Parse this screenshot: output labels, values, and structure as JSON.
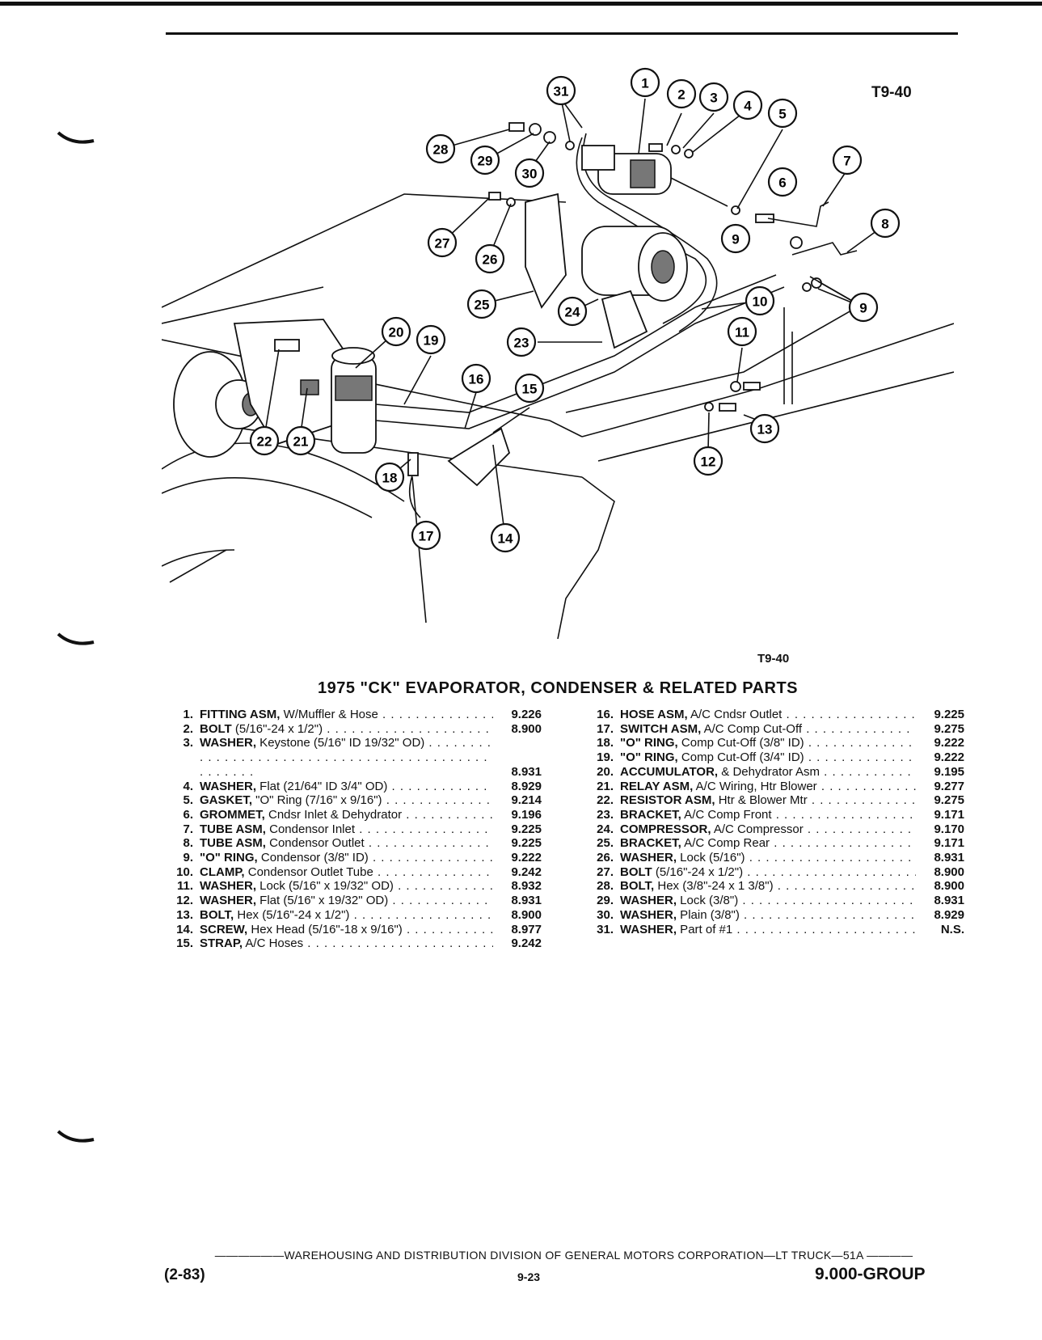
{
  "figure_id_top": "T9-40",
  "figure_id_bottom": "T9-40",
  "title": "1975 \"CK\" EVAPORATOR, CONDENSER & RELATED PARTS",
  "parts_left": [
    {
      "num": "1.",
      "name": "FITTING ASM,",
      "detail": "W/Muffler & Hose",
      "group": "9.226"
    },
    {
      "num": "2.",
      "name": "BOLT",
      "detail": "(5/16\"-24 x 1/2\")",
      "group": "8.900"
    },
    {
      "num": "3.",
      "name": "WASHER,",
      "detail": "Keystone (5/16\" ID 19/32\" OD)",
      "group": "8.931"
    },
    {
      "num": "4.",
      "name": "WASHER,",
      "detail": "Flat (21/64\" ID 3/4\" OD)",
      "group": "8.929"
    },
    {
      "num": "5.",
      "name": "GASKET,",
      "detail": "\"O\" Ring (7/16\" x 9/16\")",
      "group": "9.214"
    },
    {
      "num": "6.",
      "name": "GROMMET,",
      "detail": "Cndsr Inlet & Dehydrator",
      "group": "9.196"
    },
    {
      "num": "7.",
      "name": "TUBE ASM,",
      "detail": "Condensor Inlet",
      "group": "9.225"
    },
    {
      "num": "8.",
      "name": "TUBE ASM,",
      "detail": "Condensor Outlet",
      "group": "9.225"
    },
    {
      "num": "9.",
      "name": "\"O\" RING,",
      "detail": "Condensor (3/8\" ID)",
      "group": "9.222"
    },
    {
      "num": "10.",
      "name": "CLAMP,",
      "detail": "Condensor Outlet Tube",
      "group": "9.242"
    },
    {
      "num": "11.",
      "name": "WASHER,",
      "detail": "Lock (5/16\" x 19/32\" OD)",
      "group": "8.932"
    },
    {
      "num": "12.",
      "name": "WASHER,",
      "detail": "Flat (5/16\" x 19/32\" OD)",
      "group": "8.931"
    },
    {
      "num": "13.",
      "name": "BOLT,",
      "detail": "Hex (5/16\"-24 x 1/2\")",
      "group": "8.900"
    },
    {
      "num": "14.",
      "name": "SCREW,",
      "detail": "Hex Head (5/16\"-18 x 9/16\")",
      "group": "8.977"
    },
    {
      "num": "15.",
      "name": "STRAP,",
      "detail": "A/C Hoses",
      "group": "9.242"
    }
  ],
  "parts_right": [
    {
      "num": "16.",
      "name": "HOSE ASM,",
      "detail": "A/C Cndsr Outlet",
      "group": "9.225"
    },
    {
      "num": "17.",
      "name": "SWITCH ASM,",
      "detail": "A/C Comp Cut-Off",
      "group": "9.275"
    },
    {
      "num": "18.",
      "name": "\"O\" RING,",
      "detail": "Comp Cut-Off (3/8\" ID)",
      "group": "9.222"
    },
    {
      "num": "19.",
      "name": "\"O\" RING,",
      "detail": "Comp Cut-Off (3/4\" ID)",
      "group": "9.222"
    },
    {
      "num": "20.",
      "name": "ACCUMULATOR,",
      "detail": "& Dehydrator Asm",
      "group": "9.195"
    },
    {
      "num": "21.",
      "name": "RELAY ASM,",
      "detail": "A/C Wiring, Htr Blower",
      "group": "9.277"
    },
    {
      "num": "22.",
      "name": "RESISTOR ASM,",
      "detail": "Htr & Blower Mtr",
      "group": "9.275"
    },
    {
      "num": "23.",
      "name": "BRACKET,",
      "detail": "A/C Comp Front",
      "group": "9.171"
    },
    {
      "num": "24.",
      "name": "COMPRESSOR,",
      "detail": "A/C Compressor",
      "group": "9.170"
    },
    {
      "num": "25.",
      "name": "BRACKET,",
      "detail": "A/C Comp Rear",
      "group": "9.171"
    },
    {
      "num": "26.",
      "name": "WASHER,",
      "detail": "Lock (5/16\")",
      "group": "8.931"
    },
    {
      "num": "27.",
      "name": "BOLT",
      "detail": "(5/16\"-24 x 1/2\")",
      "group": "8.900"
    },
    {
      "num": "28.",
      "name": "BOLT,",
      "detail": "Hex (3/8\"-24 x 1 3/8\")",
      "group": "8.900"
    },
    {
      "num": "29.",
      "name": "WASHER,",
      "detail": "Lock (3/8\")",
      "group": "8.931"
    },
    {
      "num": "30.",
      "name": "WASHER,",
      "detail": "Plain (3/8\")",
      "group": "8.929"
    },
    {
      "num": "31.",
      "name": "WASHER,",
      "detail": "Part of #1",
      "group": "N.S."
    }
  ],
  "callouts": [
    "1",
    "2",
    "3",
    "4",
    "5",
    "6",
    "7",
    "8",
    "9",
    "9",
    "9",
    "10",
    "11",
    "12",
    "13",
    "14",
    "15",
    "16",
    "17",
    "18",
    "19",
    "20",
    "21",
    "22",
    "23",
    "24",
    "25",
    "26",
    "27",
    "28",
    "29",
    "30",
    "31"
  ],
  "footer": {
    "line": "WAREHOUSING AND DISTRIBUTION DIVISION OF GENERAL MOTORS CORPORATION—LT TRUCK—51A",
    "left": "(2-83)",
    "center": "9-23",
    "right": "9.000-GROUP"
  }
}
